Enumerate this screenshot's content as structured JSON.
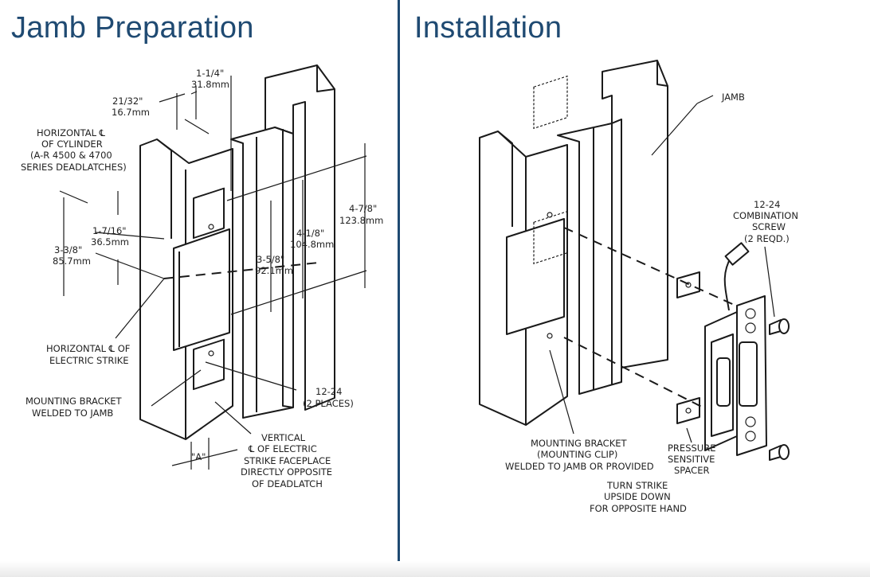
{
  "colors": {
    "title": "#1f4a72",
    "divider": "#1f4a72",
    "ink": "#1a1a1a"
  },
  "left": {
    "title": "Jamb Preparation",
    "labels": {
      "dim_1_1_4_in": "1-1/4\"",
      "dim_1_1_4_mm": "31.8mm",
      "dim_21_32_in": "21/32\"",
      "dim_21_32_mm": "16.7mm",
      "horiz_cyl_1": "HORIZONTAL ℄",
      "horiz_cyl_2": "OF CYLINDER",
      "horiz_cyl_3": "(A-R 4500 & 4700",
      "horiz_cyl_4": "SERIES DEADLATCHES)",
      "dim_4_7_8_in": "4-7/8\"",
      "dim_4_7_8_mm": "123.8mm",
      "dim_1_7_16_in": "1-7/16\"",
      "dim_1_7_16_mm": "36.5mm",
      "dim_4_1_8_in": "4-1/8\"",
      "dim_4_1_8_mm": "104.8mm",
      "dim_3_3_8_in": "3-3/8\"",
      "dim_3_3_8_mm": "85.7mm",
      "dim_3_5_8_in": "3-5/8\"",
      "dim_3_5_8_mm": "92.1mm",
      "horiz_strike_1": "HORIZONTAL ℄ OF",
      "horiz_strike_2": "ELECTRIC STRIKE",
      "mount_1": "MOUNTING BRACKET",
      "mount_2": "WELDED TO JAMB",
      "screw_1": "12-24",
      "screw_2": "(2 PLACES)",
      "vert_1": "VERTICAL",
      "vert_2": "℄ OF ELECTRIC",
      "vert_3": "STRIKE FACEPLACE",
      "vert_4": "DIRECTLY OPPOSITE",
      "vert_5": "OF DEADLATCH",
      "dim_a": "\"A\""
    }
  },
  "right": {
    "title": "Installation",
    "labels": {
      "jamb": "JAMB",
      "screw_1": "12-24",
      "screw_2": "COMBINATION",
      "screw_3": "SCREW",
      "screw_4": "(2 REQD.)",
      "mount_1": "MOUNTING BRACKET",
      "mount_2": "(MOUNTING CLIP)",
      "mount_3": "WELDED TO JAMB OR PROVIDED",
      "spacer_1": "PRESSURE",
      "spacer_2": "SENSITIVE",
      "spacer_3": "SPACER",
      "turn_1": "TURN STRIKE",
      "turn_2": "UPSIDE DOWN",
      "turn_3": "FOR OPPOSITE HAND"
    }
  }
}
